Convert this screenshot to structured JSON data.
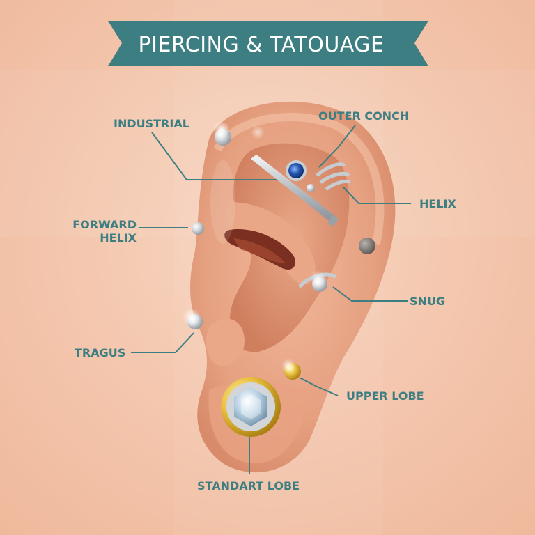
{
  "title": "PIERCING & TATOUAGE",
  "labels": {
    "industrial": "INDUSTRIAL",
    "outer_conch": "OUTER CONCH",
    "helix": "HELIX",
    "forward_helix_line1": "FORWARD",
    "forward_helix_line2": "HELIX",
    "snug": "SNUG",
    "tragus": "TRAGUS",
    "upper_lobe": "UPPER LOBE",
    "standart_lobe": "STANDART LOBE"
  },
  "colors": {
    "background": "#f3c3a8",
    "banner": "#3d7e83",
    "label": "#3d7e83",
    "skin": "#e9a283",
    "jewel_silver": "#c8ccd1",
    "jewel_gold": "#e0b43a",
    "jewel_blue": "#2456b0"
  }
}
